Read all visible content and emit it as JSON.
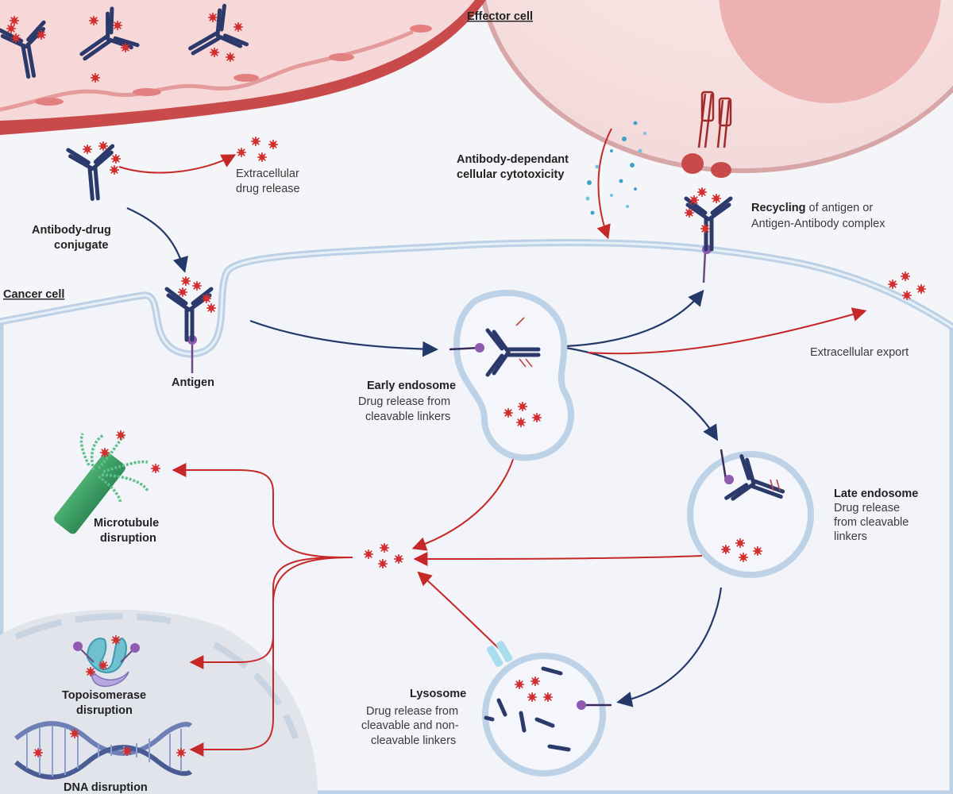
{
  "labels": {
    "effector_cell": "Effector cell",
    "cancer_cell": "Cancer cell",
    "extracellular_release_1": "Extracellular",
    "extracellular_release_2": "drug release",
    "adc_1": "Antibody-drug",
    "adc_2": "conjugate",
    "antigen": "Antigen",
    "adcc_1": "Antibody-dependant",
    "adcc_2": "cellular cytotoxicity",
    "recycling_bold": "Recycling",
    "recycling_rest": " of antigen or",
    "recycling_2": "Antigen-Antibody complex",
    "extracellular_export": "Extracellular export",
    "early_endosome_title": "Early endosome",
    "early_endosome_1": "Drug release from",
    "early_endosome_2": "cleavable linkers",
    "late_endosome_title": "Late endosome",
    "late_endosome_1": "Drug release",
    "late_endosome_2": "from cleavable",
    "late_endosome_3": "linkers",
    "lysosome_title": "Lysosome",
    "lysosome_1": "Drug release from",
    "lysosome_2": "cleavable and non-",
    "lysosome_3": "cleavable linkers",
    "microtubule_1": "Microtubule",
    "microtubule_2": "disruption",
    "topo_1": "Topoisomerase",
    "topo_2": "disruption",
    "dna": "DNA disruption"
  },
  "colors": {
    "antibody": "#2b3a6b",
    "drug": "#d32f2f",
    "antigen": "#8e5bb0",
    "membrane": "#c9d8e8",
    "blood_vessel": "#e57373",
    "effector_cell": "#f6dede",
    "arrow_blue": "#24396a",
    "arrow_red": "#c62828"
  }
}
